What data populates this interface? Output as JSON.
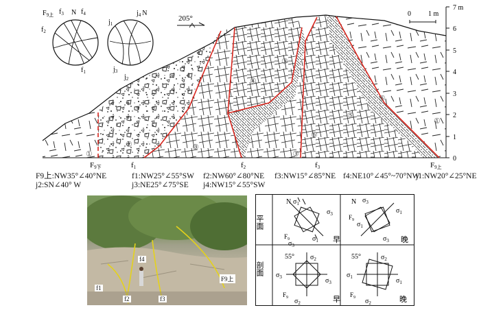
{
  "sketch": {
    "azimuth": "205°",
    "scale_zero": "0",
    "scale_len": "1 m",
    "yaxis": [
      "0",
      "1",
      "2",
      "3",
      "4",
      "5",
      "6",
      "7 m"
    ],
    "stereo1": {
      "f9": "F",
      "f9sub": "9上",
      "f3": "f",
      "f3s": "3",
      "f4": "f",
      "f4s": "4",
      "north": "N",
      "f2": "f",
      "f2s": "2",
      "f1": "f",
      "f1s": "1"
    },
    "stereo2": {
      "j1": "j",
      "j1s": "1",
      "j4": "j",
      "j4s": "4",
      "north": "N",
      "j3": "j",
      "j3s": "3",
      "j2": "j",
      "j2s": "2"
    },
    "bottom": {
      "f9f": "F",
      "f9fs": "9下",
      "f1": "f",
      "f1s": "1",
      "f2": "f",
      "f2s": "2",
      "f3": "f",
      "f3s": "3",
      "f9u": "F",
      "f9us": "9上"
    },
    "units": [
      "①",
      "②",
      "③",
      "③",
      "③",
      "④",
      "⑤",
      "⑤",
      "⑥",
      "①"
    ]
  },
  "captions": {
    "line1": [
      "F9上:NW35°∠40°NE",
      "f1:NW25°∠55°SW",
      "f2:NW60°∠80°NE",
      "f3:NW15°∠85°NE",
      "f4:NE10°∠45°~70°NW",
      "j1:NW20°∠25°NE"
    ],
    "line2": [
      "j2:SN∠40° W",
      "j3:NE25°∠75°SE",
      "j4:NW15°∠55°SW"
    ]
  },
  "photo": {
    "labels": [
      "f4",
      "F9上",
      "f1",
      "f2",
      "f3"
    ]
  },
  "stress": {
    "row1": "平面",
    "row2": "剖面",
    "early": "早",
    "late": "晚",
    "north": "N",
    "angle": "55°",
    "s1": "σ",
    "s1s": "1",
    "s2s": "2",
    "s3s": "3",
    "f9": "F",
    "f9s": "9"
  }
}
